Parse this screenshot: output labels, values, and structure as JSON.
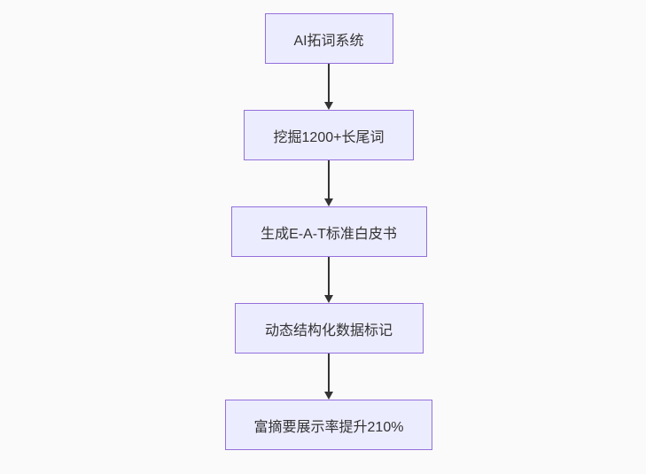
{
  "flowchart": {
    "type": "flowchart",
    "direction": "top-down",
    "colors": {
      "background": "#fafafa",
      "node_fill": "#ECECFF",
      "node_border": "#9370DB",
      "arrow": "#333333",
      "text": "#333333"
    },
    "nodes": [
      {
        "label": "AI拓词系统"
      },
      {
        "label": "挖掘1200+长尾词"
      },
      {
        "label": "生成E-A-T标准白皮书"
      },
      {
        "label": "动态结构化数据标记"
      },
      {
        "label": "富摘要展示率提升210%"
      }
    ],
    "edges": [
      {
        "from": 0,
        "to": 1
      },
      {
        "from": 1,
        "to": 2
      },
      {
        "from": 2,
        "to": 3
      },
      {
        "from": 3,
        "to": 4
      }
    ]
  }
}
